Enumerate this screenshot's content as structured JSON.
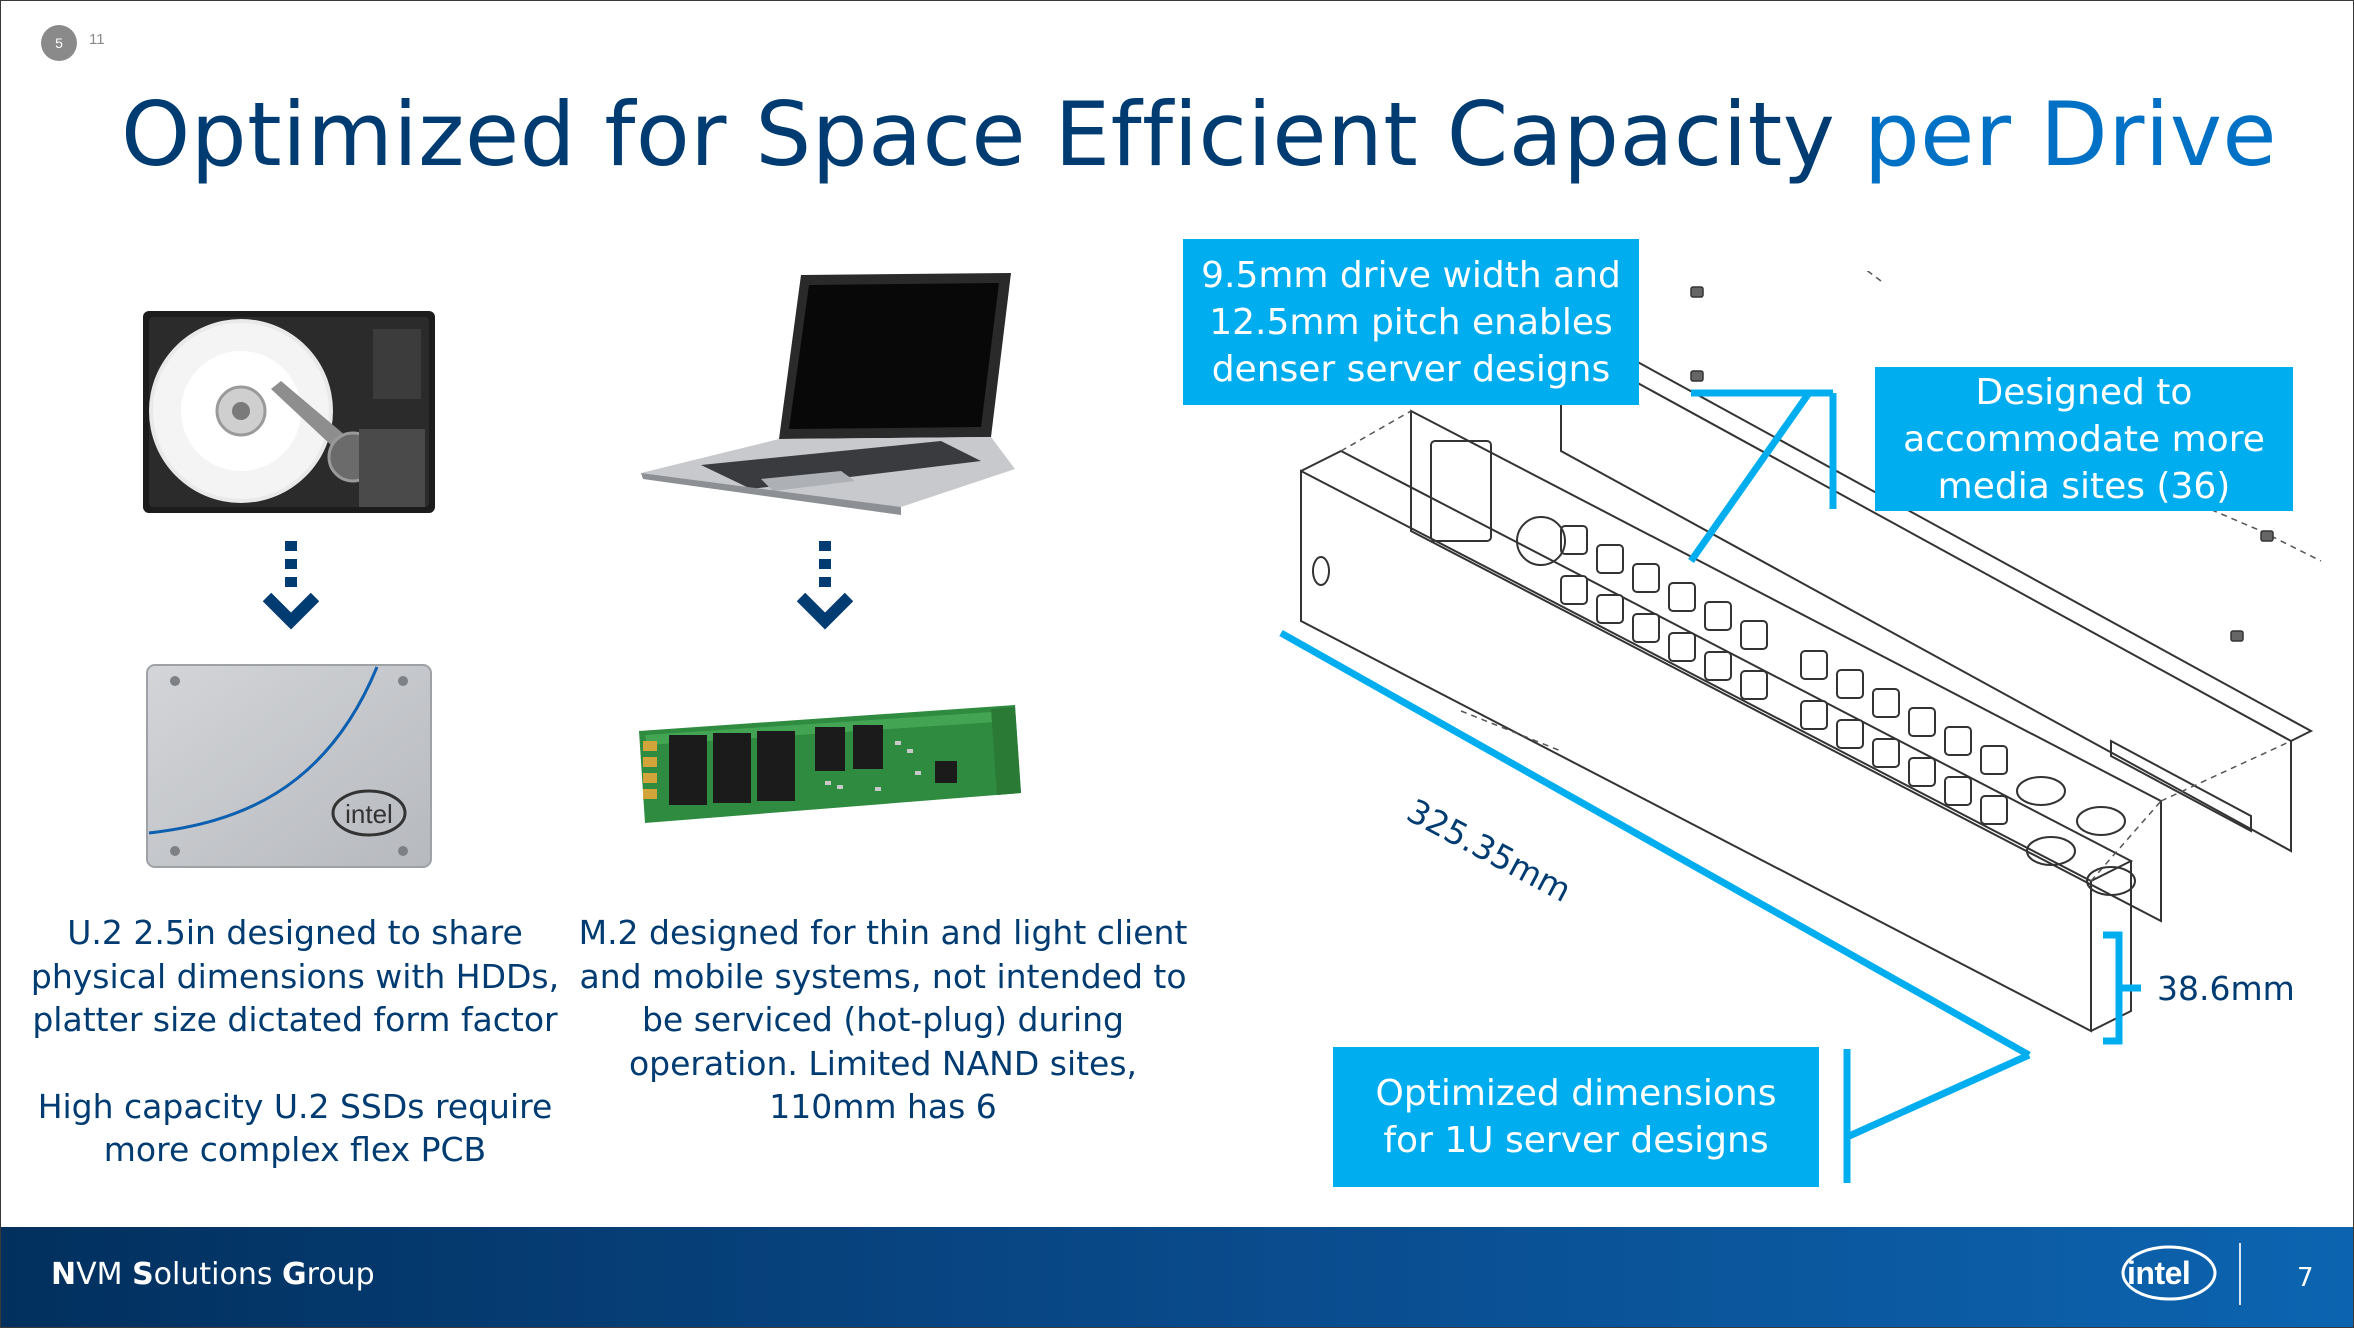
{
  "slide": {
    "page_badge": "5",
    "page_total": "11",
    "title_main": "Optimized for Space Efficient Capacity ",
    "title_accent": "per Drive",
    "page_number": "7"
  },
  "left_column": {
    "caption_lines": [
      "U.2 2.5in designed to share",
      "physical dimensions with HDDs,",
      "platter size dictated form factor",
      "",
      "High capacity U.2 SSDs require",
      "more complex flex PCB"
    ],
    "ssd_logo": "intel"
  },
  "middle_column": {
    "caption_lines": [
      "M.2 designed for thin and light client",
      "and mobile systems, not intended to",
      "be serviced (hot-plug) during",
      "operation. Limited NAND sites,",
      "110mm has 6"
    ]
  },
  "callouts": {
    "width_pitch": [
      "9.5mm drive width and",
      "12.5mm pitch enables",
      "denser server designs"
    ],
    "media_sites": [
      "Designed to",
      "accommodate more",
      "media sites (36)"
    ],
    "optimized_1u": [
      "Optimized dimensions",
      "for 1U server designs"
    ]
  },
  "dimensions": {
    "length": "325.35mm",
    "height": "38.6mm"
  },
  "footer": {
    "group_parts": [
      {
        "bold": "N",
        "rest": "VM "
      },
      {
        "bold": "S",
        "rest": "olutions "
      },
      {
        "bold": "G",
        "rest": "roup"
      }
    ],
    "logo": "intel"
  },
  "colors": {
    "title": "#003b71",
    "accent": "#0071c5",
    "callout": "#00aeef",
    "footer": "#0a4c8e"
  }
}
